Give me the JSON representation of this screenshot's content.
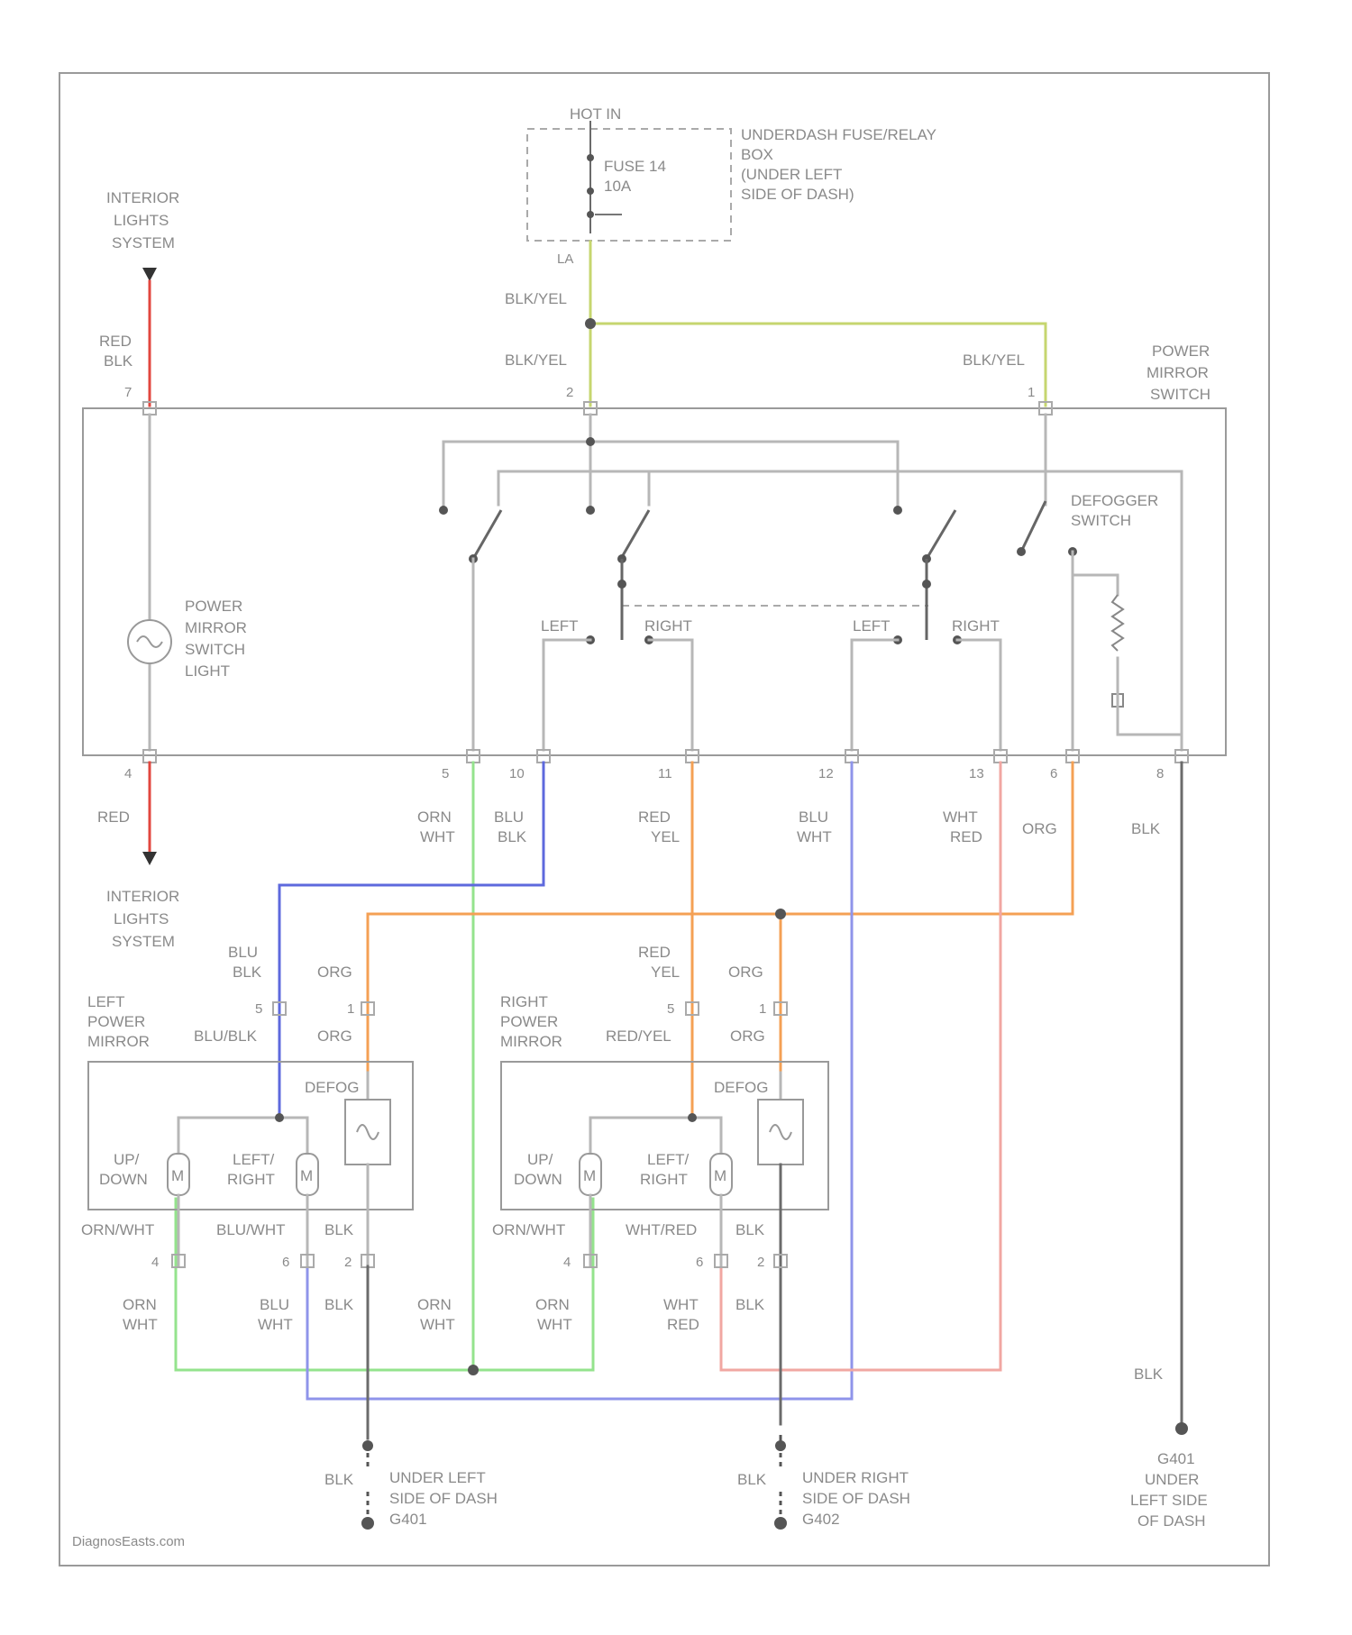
{
  "labels": {
    "hot_in": "HOT IN",
    "fuse_box": [
      "UNDERDASH FUSE/RELAY",
      "BOX",
      "(UNDER LEFT",
      "SIDE OF DASH)"
    ],
    "fuse": [
      "FUSE 14",
      "10A"
    ],
    "pin_lb": "LA",
    "int_lights_top": [
      "INTERIOR",
      "LIGHTS",
      "SYSTEM"
    ],
    "int_lights_bottom": [
      "INTERIOR",
      "LIGHTS",
      "SYSTEM"
    ],
    "red_blk": [
      "RED",
      "BLK"
    ],
    "red": "RED",
    "blk_yel_1": "BLK/YEL",
    "blk_yel_2": "BLK/YEL",
    "blk_yel_3": "BLK/YEL",
    "power_mirror_switch": [
      "POWER",
      "MIRROR",
      "SWITCH"
    ],
    "defogger_switch": [
      "DEFOGGER",
      "SWITCH"
    ],
    "switch_light": [
      "POWER",
      "MIRROR",
      "SWITCH",
      "LIGHT"
    ],
    "left_1": "LEFT",
    "right_1": "RIGHT",
    "left_2": "LEFT",
    "right_2": "RIGHT",
    "switch_top_pins": [
      "7",
      "2",
      "1"
    ],
    "switch_bottom_pins": [
      "4",
      "5",
      "10",
      "11",
      "12",
      "13",
      "6",
      "8"
    ],
    "wire_orn_wht": [
      "ORN",
      "WHT"
    ],
    "wire_blu_blk": [
      "BLU",
      "BLK"
    ],
    "wire_red_yel": [
      "RED",
      "YEL"
    ],
    "wire_blu_wht": [
      "BLU",
      "WHT"
    ],
    "wire_wht_red": [
      "WHT",
      "RED"
    ],
    "wire_org": "ORG",
    "wire_blk": "BLK",
    "left_mirror": [
      "LEFT",
      "POWER",
      "MIRROR"
    ],
    "right_mirror": [
      "RIGHT",
      "POWER",
      "MIRROR"
    ],
    "mirror_in_left": [
      "BLU/BLK",
      "ORG"
    ],
    "mirror_in_right": [
      "RED/YEL",
      "ORG"
    ],
    "mirror_in_left_top": [
      [
        "BLU",
        "BLK"
      ],
      "ORG"
    ],
    "mirror_in_right_top": [
      [
        "RED",
        "YEL"
      ],
      "ORG"
    ],
    "mirror_pins_top": [
      "5",
      "1"
    ],
    "defog": "DEFOG",
    "up_down": [
      "UP/",
      "DOWN"
    ],
    "left_right": [
      "LEFT/",
      "RIGHT"
    ],
    "motor_m": "M",
    "left_bottom_wires": [
      "ORN/WHT",
      "BLU/WHT",
      "BLK"
    ],
    "right_bottom_wires": [
      "ORN/WHT",
      "WHT/RED",
      "BLK"
    ],
    "mirror_pins_bottom": [
      "4",
      "6",
      "2"
    ],
    "left_out_wires": [
      [
        "ORN",
        "WHT"
      ],
      [
        "BLU",
        "WHT"
      ],
      "BLK",
      [
        "ORN",
        "WHT"
      ]
    ],
    "right_out_wires": [
      [
        "ORN",
        "WHT"
      ],
      [
        "WHT",
        "RED"
      ],
      "BLK"
    ],
    "blk_right": "BLK",
    "ground_left": [
      "UNDER LEFT",
      "SIDE OF DASH",
      "G401"
    ],
    "ground_right": [
      "UNDER RIGHT",
      "SIDE OF DASH",
      "G402"
    ],
    "ground_far": [
      "G401",
      "UNDER",
      "LEFT SIDE",
      "OF DASH"
    ],
    "gnd_blk_l": "BLK",
    "gnd_blk_r": "BLK",
    "watermark": "DiagnosEasts.com"
  },
  "colors": {
    "red": "#e2473f",
    "green_yellow": "#c6d66f",
    "orange": "#f4a054",
    "blue": "#5e69dd",
    "light_blue": "#8f94ea",
    "green": "#94e38d",
    "pink": "#f1a7a2",
    "gray": "#b7b7b7",
    "dark": "#5e5e5e"
  }
}
